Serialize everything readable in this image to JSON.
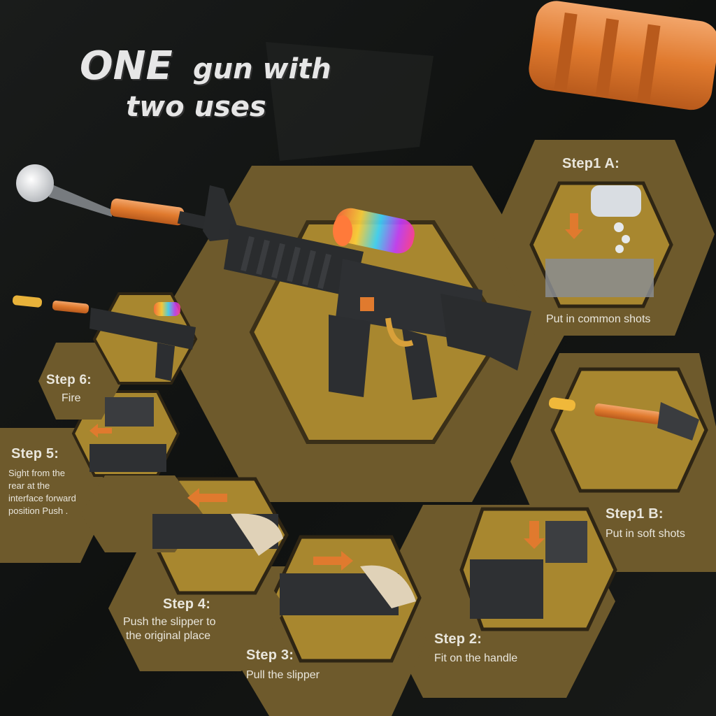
{
  "headline": {
    "word1": "ONE",
    "word2": "gun with",
    "line2": "two uses"
  },
  "steps": {
    "s1a": {
      "title": "Step1 A:",
      "desc": "Put in common shots"
    },
    "s1b": {
      "title": "Step1 B:",
      "desc": "Put in soft shots"
    },
    "s2": {
      "title": "Step 2:",
      "desc": "Fit on the handle"
    },
    "s3": {
      "title": "Step 3:",
      "desc": "Pull the slipper"
    },
    "s4": {
      "title": "Step 4:",
      "desc1": "Push the slipper to",
      "desc2": "the original place"
    },
    "s5": {
      "title": "Step 5:",
      "desc1": "Sight from the",
      "desc2": "rear at the",
      "desc3": "interface forward",
      "desc4": "position Push ."
    },
    "s6": {
      "title": "Step 6:",
      "desc": "Fire"
    }
  },
  "icons": [
    "rifle-icon",
    "small-rifle-icon",
    "muzzle-icon",
    "arrow-left-icon",
    "arrow-right-icon",
    "arrow-down-icon",
    "hand-icon",
    "ball-icon",
    "scope-icon"
  ],
  "colors": {
    "background": "#121413",
    "hex_outer": "#6e5a2c",
    "hex_inner": "#a8872f",
    "orange": "#e07a2e",
    "text": "#e9e6dc"
  }
}
